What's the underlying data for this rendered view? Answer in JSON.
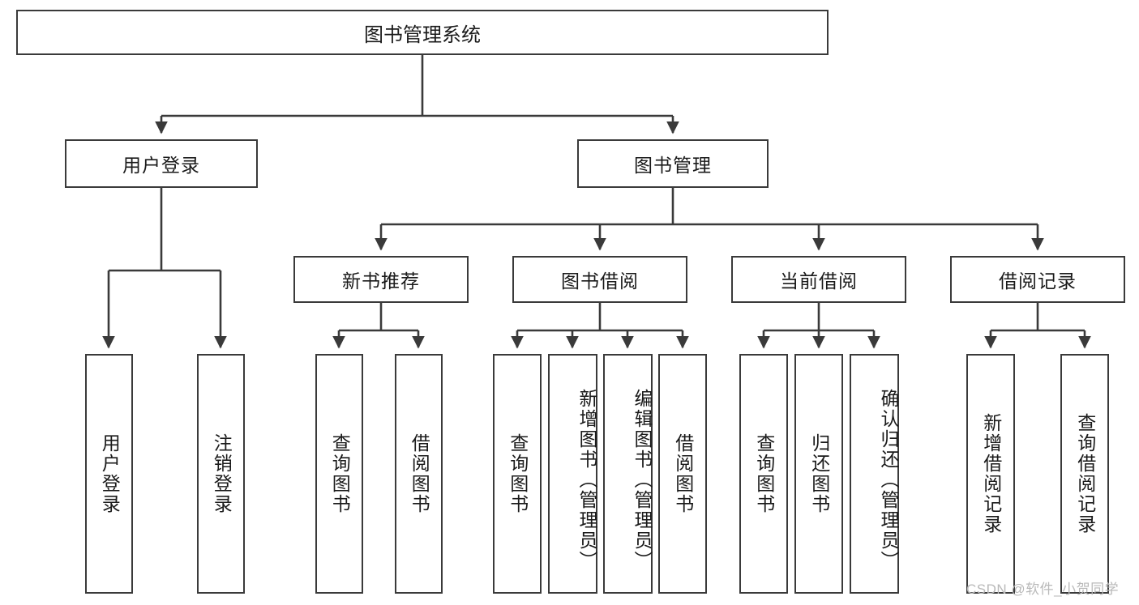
{
  "diagram": {
    "title": "图书管理系统",
    "type": "tree-hierarchy-chart",
    "root": {
      "label": "图书管理系统"
    },
    "level2": [
      {
        "label": "用户登录"
      },
      {
        "label": "图书管理"
      }
    ],
    "level3": [
      {
        "label": "新书推荐"
      },
      {
        "label": "图书借阅"
      },
      {
        "label": "当前借阅"
      },
      {
        "label": "借阅记录"
      }
    ],
    "leaves": {
      "user_login": [
        {
          "label": "用户登录"
        },
        {
          "label": "注销登录"
        }
      ],
      "new_book_recommend": [
        {
          "label": "查询图书"
        },
        {
          "label": "借阅图书"
        }
      ],
      "book_borrow": [
        {
          "label": "查询图书"
        },
        {
          "label": "新增图书（管理员）"
        },
        {
          "label": "编辑图书（管理员）"
        },
        {
          "label": "借阅图书"
        }
      ],
      "current_borrow": [
        {
          "label": "查询图书"
        },
        {
          "label": "归还图书"
        },
        {
          "label": "确认归还（管理员）"
        }
      ],
      "borrow_record": [
        {
          "label": "新增借阅记录"
        },
        {
          "label": "查询借阅记录"
        }
      ]
    }
  },
  "watermark": {
    "text": "CSDN @软件_小贺同学"
  },
  "colors": {
    "border": "#3a3a3a",
    "background": "#ffffff",
    "text": "#1a1a1a",
    "watermark": "#b9b9b9"
  }
}
